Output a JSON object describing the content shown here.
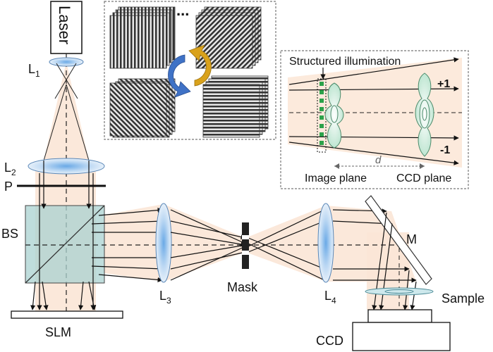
{
  "labels": {
    "laser": "Laser",
    "l1": "L",
    "l1_sub": "1",
    "l2": "L",
    "l2_sub": "2",
    "polarizer": "P",
    "beam_splitter": "BS",
    "slm": "SLM",
    "l3": "L",
    "l3_sub": "3",
    "mask": "Mask",
    "l4": "L",
    "l4_sub": "4",
    "mirror": "M",
    "sample": "Sample",
    "ccd": "CCD"
  },
  "inset": {
    "title": "Structured illumination",
    "plus_order": "+1",
    "minus_order": "-1",
    "distance": "d",
    "image_plane": "Image plane",
    "ccd_plane": "CCD plane"
  },
  "patterns": {
    "ellipsis": "...",
    "gratings": [
      "vertical-grating",
      "diagonal-grating-right",
      "diagonal-grating-left",
      "horizontal-grating"
    ],
    "rotation_arrows": [
      "blue",
      "gold"
    ]
  },
  "colors": {
    "beam": "#fbe6d6",
    "lens": "#cfe2f5",
    "lens_core": "#7fb6e8",
    "cube": "#a9d1d0",
    "green_grating": "#2ca24a",
    "blue_arrow": "#3f72c6",
    "gold_arrow": "#d9a21c"
  }
}
